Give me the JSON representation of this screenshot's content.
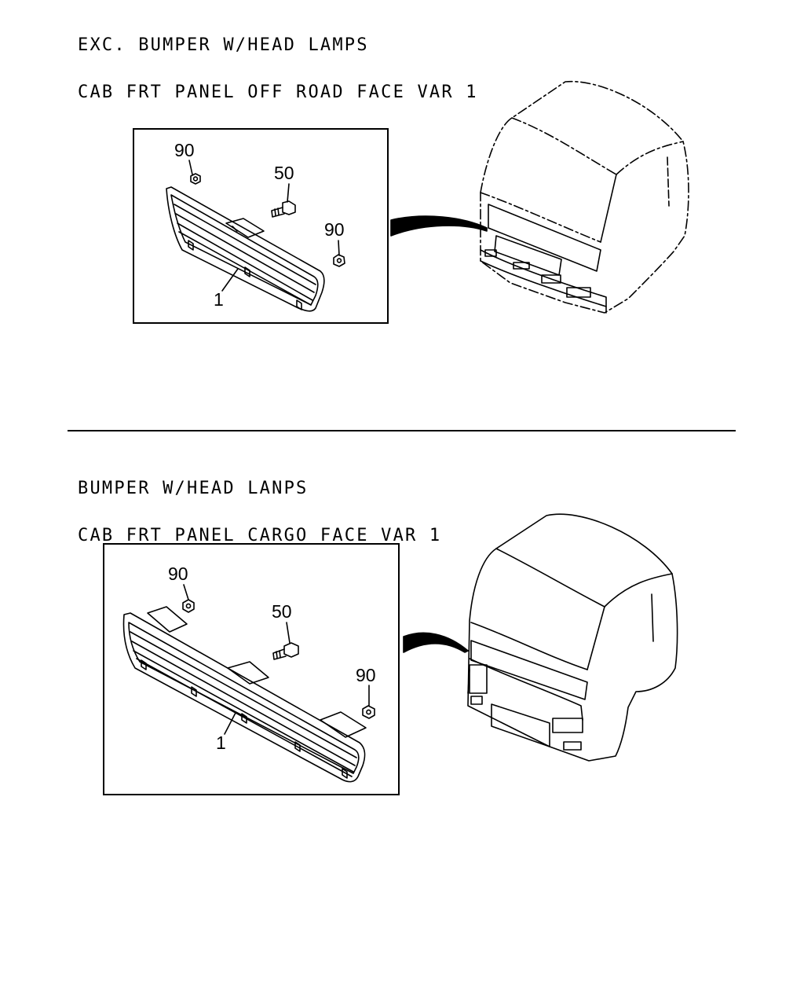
{
  "sections": [
    {
      "heading_line1": "EXC. BUMPER W/HEAD LAMPS",
      "heading_line2": "CAB FRT PANEL OFF ROAD FACE VAR 1",
      "callouts": {
        "nut_left": "90",
        "bolt": "50",
        "nut_right": "90",
        "grille": "1"
      }
    },
    {
      "heading_line1": "BUMPER W/HEAD LANPS",
      "heading_line2": "CAB FRT PANEL CARGO FACE VAR 1",
      "callouts": {
        "nut_left": "90",
        "bolt": "50",
        "nut_right": "90",
        "grille": "1"
      }
    }
  ],
  "icons": [
    "nut-icon",
    "bolt-icon",
    "grille-icon",
    "truck-cab-icon",
    "pointer-arrow-icon"
  ]
}
